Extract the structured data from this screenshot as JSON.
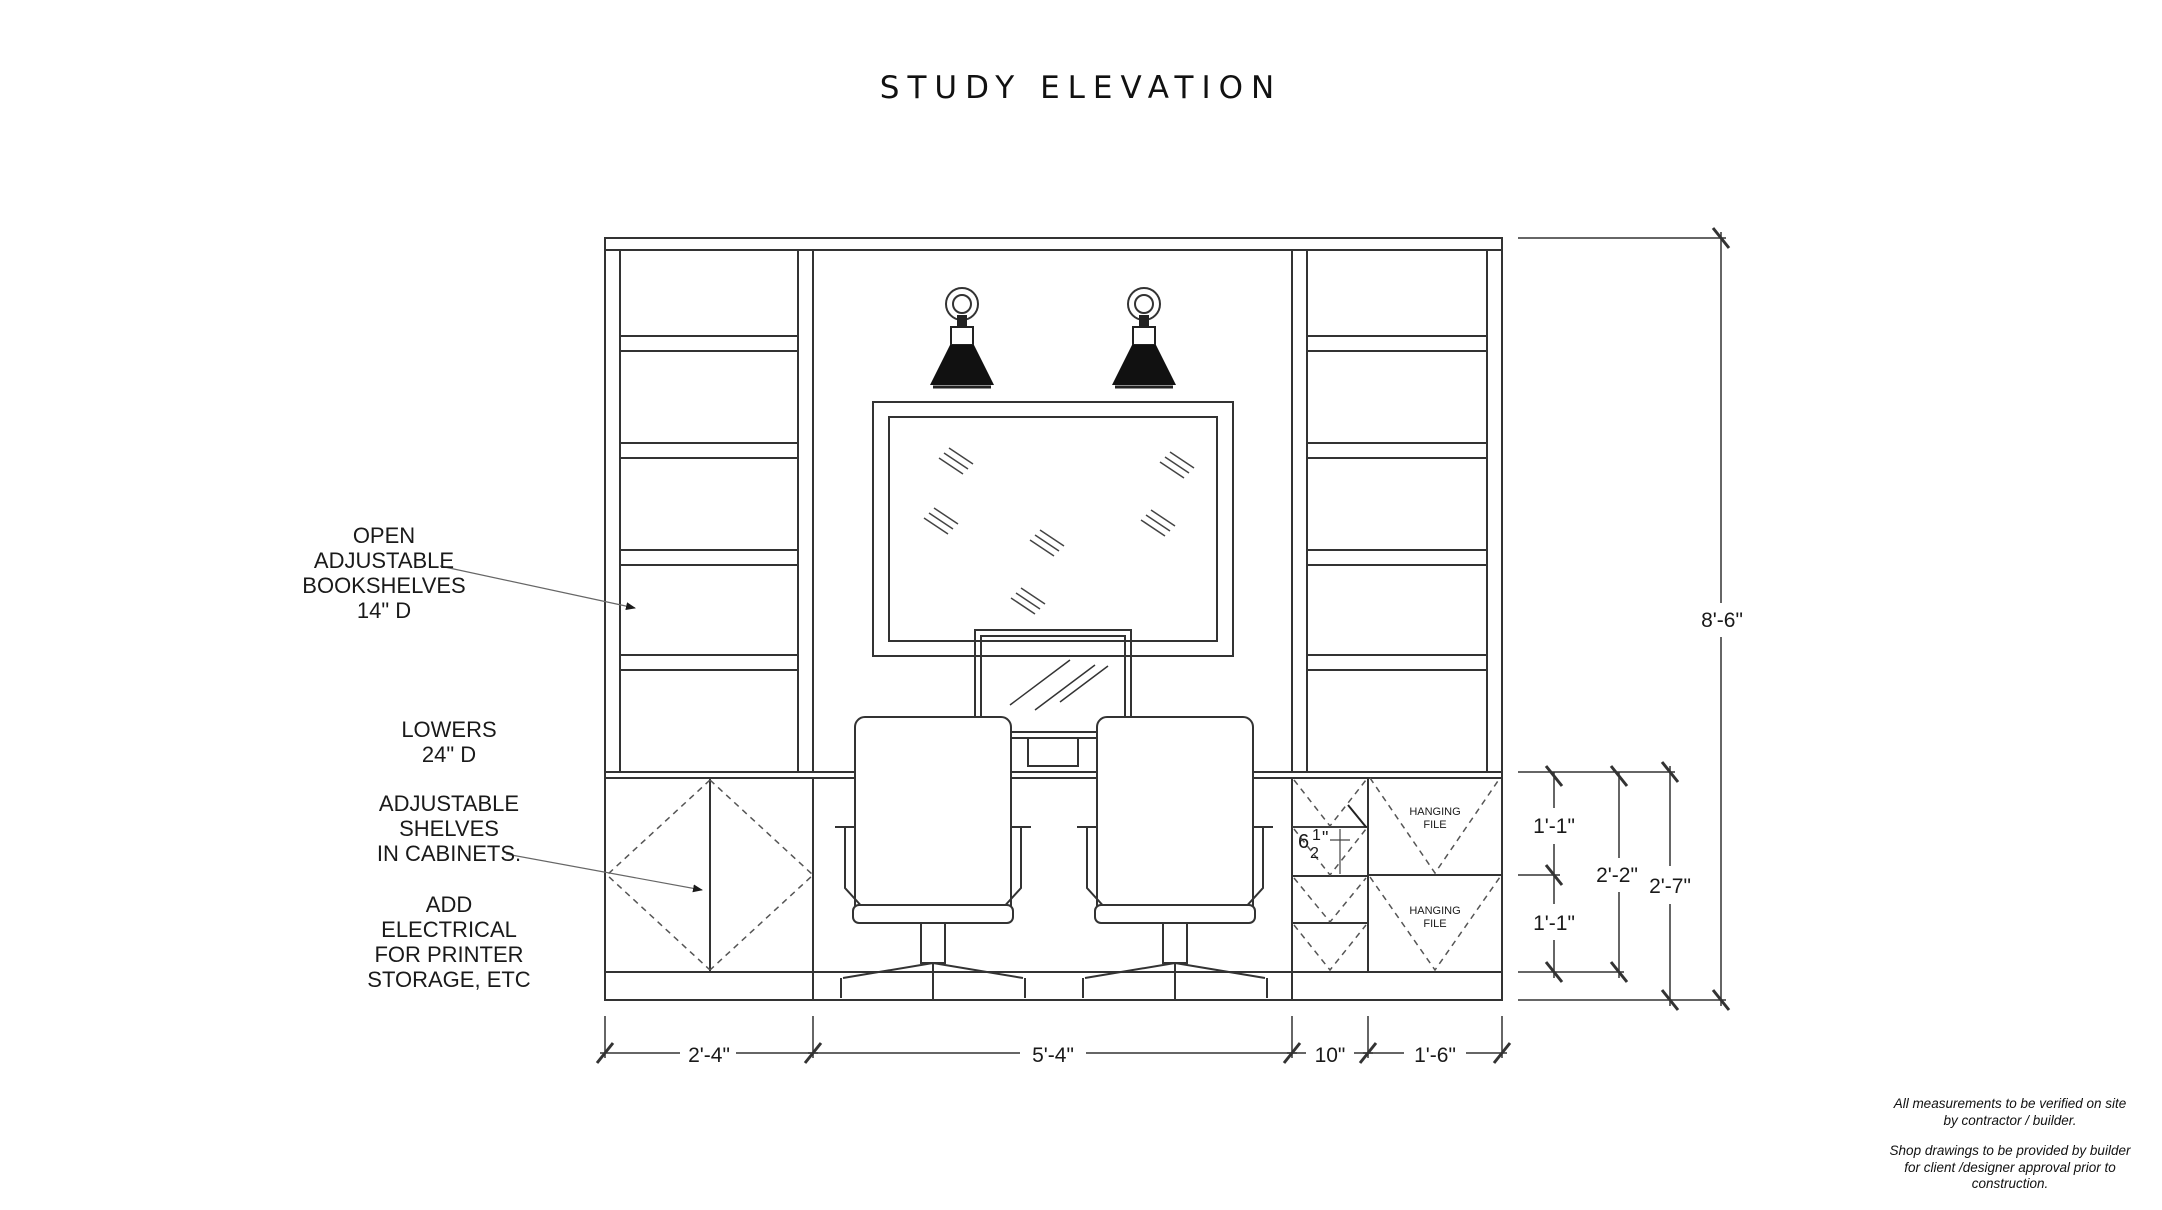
{
  "title": "STUDY ELEVATION",
  "callouts": {
    "bookshelves": [
      "OPEN",
      "ADJUSTABLE",
      "BOOKSHELVES",
      "14\" D"
    ],
    "lowers": [
      "LOWERS",
      "24\" D"
    ],
    "adjustable_shelves": [
      "ADJUSTABLE",
      "SHELVES",
      "IN CABINETS."
    ],
    "electrical": [
      "ADD",
      "ELECTRICAL",
      "FOR PRINTER",
      "STORAGE, ETC"
    ]
  },
  "labels": {
    "hanging_file_top": [
      "HANGING",
      "FILE"
    ],
    "hanging_file_bottom": [
      "HANGING",
      "FILE"
    ],
    "drawer_height": "6",
    "drawer_height_fraction_num": "1",
    "drawer_height_fraction_den": "2",
    "drawer_height_unit": "\""
  },
  "dimensions": {
    "width_left": "2'-4\"",
    "width_center": "5'-4\"",
    "width_drawers": "10\"",
    "width_files": "1'-6\"",
    "height_total": "8'-6\"",
    "height_file_top": "1'-1\"",
    "height_file_bottom": "1'-1\"",
    "height_files": "2'-2\"",
    "height_lower": "2'-7\""
  },
  "notes": [
    "All measurements to be verified on site",
    "by contractor / builder.",
    "",
    "Shop drawings to be provided by builder",
    "for client /designer approval prior to",
    "construction."
  ]
}
